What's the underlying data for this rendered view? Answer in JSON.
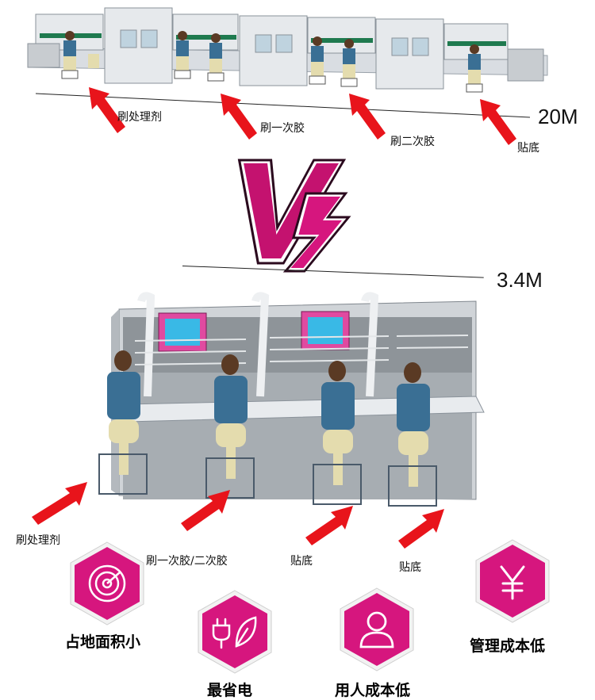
{
  "top_line": {
    "labels": [
      "刷处理剂",
      "刷一次胶",
      "刷二次胶",
      "贴底"
    ],
    "length": "20M"
  },
  "vs_text": "VS",
  "bottom_line": {
    "length": "3.4M",
    "labels": [
      "刷处理剂",
      "刷一次胶/二次胶",
      "贴底",
      "贴底"
    ]
  },
  "features": [
    {
      "label": "占地面积小",
      "icon": "radar-icon"
    },
    {
      "label": "最省电",
      "icon": "plug-leaf-icon"
    },
    {
      "label": "用人成本低",
      "icon": "person-icon"
    },
    {
      "label": "管理成本低",
      "icon": "yen-icon"
    }
  ],
  "colors": {
    "accent": "#d6167e",
    "arrow": "#e8141b"
  }
}
